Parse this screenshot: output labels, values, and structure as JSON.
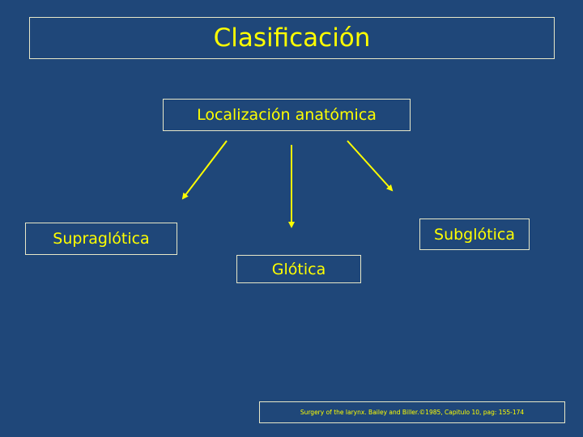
{
  "slide": {
    "title": "Clasificación",
    "root_label": "Localización anatómica",
    "categories": [
      "Supraglótica",
      "Glótica",
      "Subglótica"
    ],
    "reference": "Surgery of the larynx. Bailey and Biller.©1985, Capitulo 10, pag: 155-174"
  },
  "colors": {
    "background": "#1f4779",
    "text": "#ffff00",
    "arrows": "#ffff00",
    "box_border": "#e8e8c8"
  }
}
